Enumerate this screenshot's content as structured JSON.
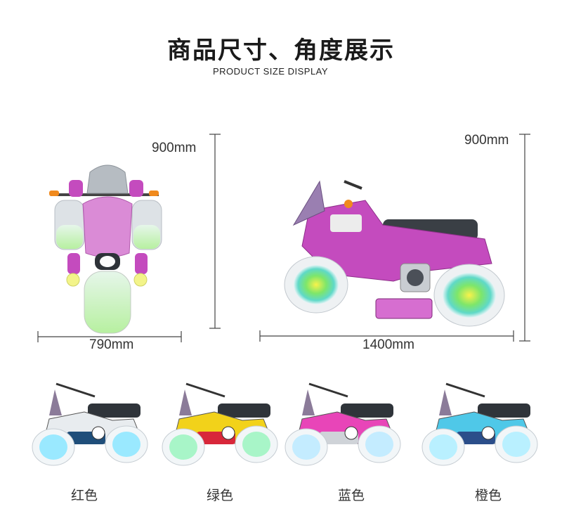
{
  "header": {
    "title": "商品尺寸、角度展示",
    "subtitle": "PRODUCT SIZE DISPLAY"
  },
  "dimensions": {
    "front_height": "900mm",
    "front_width": "790mm",
    "side_height": "900mm",
    "side_length": "1400mm"
  },
  "variants": [
    {
      "label": "红色",
      "body_color": "#e8ecef",
      "accent": "#1f4e7a",
      "glow": "#9ae9ff"
    },
    {
      "label": "绿色",
      "body_color": "#f2d21a",
      "accent": "#d8273a",
      "glow": "#a8f5c8"
    },
    {
      "label": "蓝色",
      "body_color": "#e845b8",
      "accent": "#cfd3d8",
      "glow": "#c4ecff"
    },
    {
      "label": "橙色",
      "body_color": "#4fc8e8",
      "accent": "#2b4e8a",
      "glow": "#b9f0ff"
    }
  ],
  "colors": {
    "main_pink": "#c44bbe",
    "wheel_white": "#f1f3f5",
    "seat_dark": "#3a3f45",
    "glow_green": "#b9f27a"
  }
}
